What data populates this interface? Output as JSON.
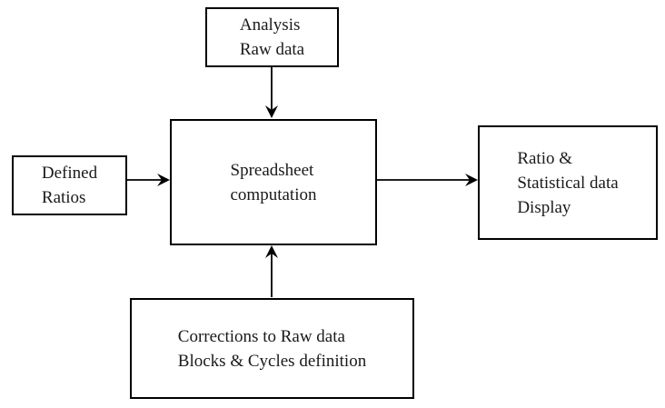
{
  "diagram": {
    "colors": {
      "line": "#000000",
      "text": "#1a1a1a",
      "background": "#ffffff"
    },
    "nodes": {
      "analysis": {
        "lines": [
          "Analysis",
          "Raw data"
        ]
      },
      "defined_ratios": {
        "lines": [
          "Defined",
          "Ratios"
        ]
      },
      "spreadsheet": {
        "lines": [
          "Spreadsheet",
          "computation"
        ]
      },
      "ratio_display": {
        "lines": [
          "Ratio &",
          "Statistical data",
          "Display"
        ]
      },
      "corrections": {
        "lines": [
          "Corrections to Raw data",
          "Blocks & Cycles definition"
        ]
      }
    },
    "edges": [
      {
        "from": "analysis",
        "to": "spreadsheet",
        "direction": "down"
      },
      {
        "from": "defined_ratios",
        "to": "spreadsheet",
        "direction": "right"
      },
      {
        "from": "spreadsheet",
        "to": "ratio_display",
        "direction": "right"
      },
      {
        "from": "corrections",
        "to": "spreadsheet",
        "direction": "up"
      }
    ]
  }
}
